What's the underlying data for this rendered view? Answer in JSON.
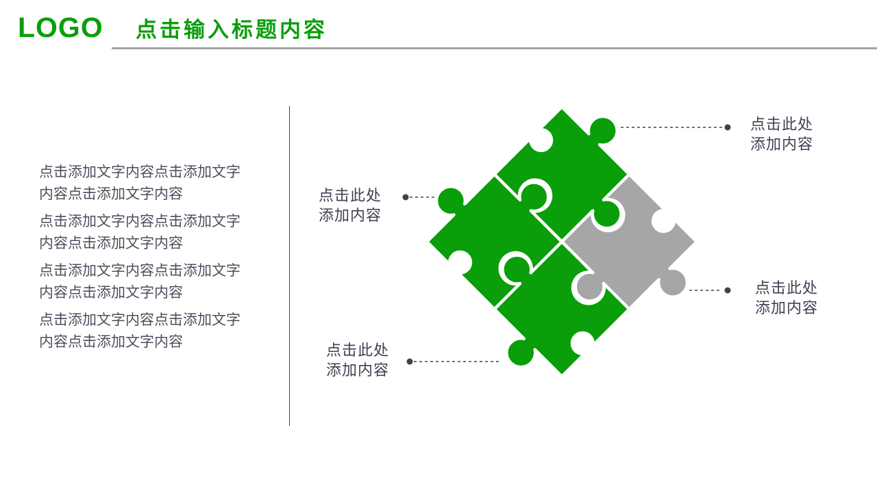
{
  "header": {
    "logo": "LOGO",
    "title": "点击输入标题内容"
  },
  "colors": {
    "green": "#0a9e0a",
    "gray": "#a6a6a6",
    "rule_gray": "#a3a3a3",
    "body_text": "#4b4f5c",
    "dark_text": "#3d4252"
  },
  "left_panel": {
    "paragraphs": [
      "点击添加文字内容点击添加文字内容点击添加文字内容",
      "点击添加文字内容点击添加文字内容点击添加文字内容",
      "点击添加文字内容点击添加文字内容点击添加文字内容",
      "点击添加文字内容点击添加文字内容点击添加文字内容"
    ]
  },
  "diagram": {
    "pieces": [
      {
        "position": "top",
        "color_name": "green"
      },
      {
        "position": "right",
        "color_name": "gray"
      },
      {
        "position": "bottom",
        "color_name": "green"
      },
      {
        "position": "left",
        "color_name": "green"
      }
    ],
    "labels": [
      {
        "position": "top-right",
        "line1": "点击此处",
        "line2": "添加内容"
      },
      {
        "position": "left",
        "line1": "点击此处",
        "line2": "添加内容"
      },
      {
        "position": "right",
        "line1": "点击此处",
        "line2": "添加内容"
      },
      {
        "position": "bottom-left",
        "line1": "点击此处",
        "line2": "添加内容"
      }
    ]
  }
}
